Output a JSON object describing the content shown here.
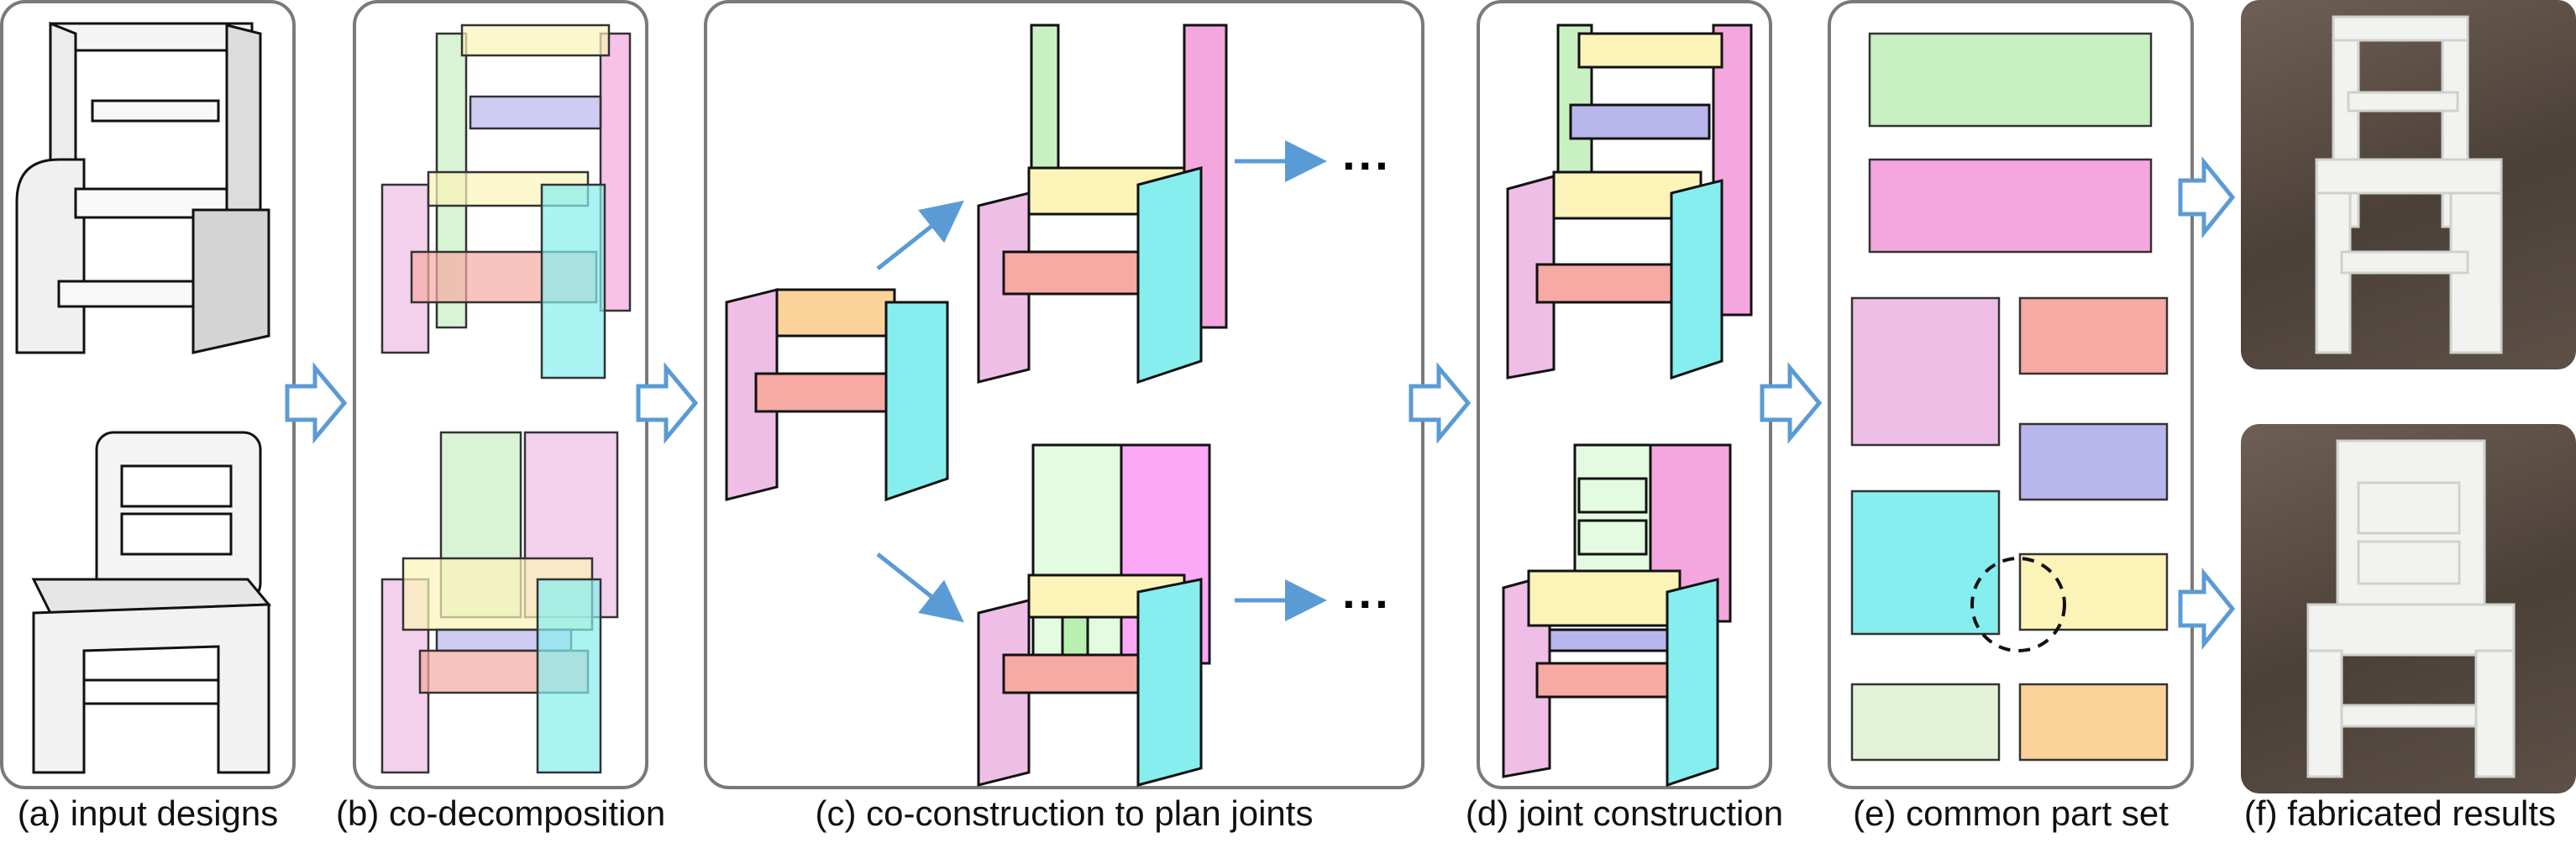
{
  "captions": {
    "a": "(a) input designs",
    "b": "(b) co-decomposition",
    "c": "(c) co-construction to plan joints",
    "d": "(d) joint construction",
    "e": "(e) common part set",
    "f": "(f) fabricated results"
  },
  "ellipsis": "...",
  "colors": {
    "frame": "#7a7a7a",
    "arrow_fill": "#ffffff",
    "arrow_stroke": "#5b9bd5",
    "green": "#c9f0c2",
    "pink": "#f4a6de",
    "lilac": "#eebee6",
    "purple": "#b9b6ee",
    "yellow": "#fbf3b8",
    "orange": "#fbd39a",
    "red": "#f7a9a3",
    "cyan": "#86eeee",
    "pale_green": "#e4f2d8",
    "wood": "#54483f"
  }
}
